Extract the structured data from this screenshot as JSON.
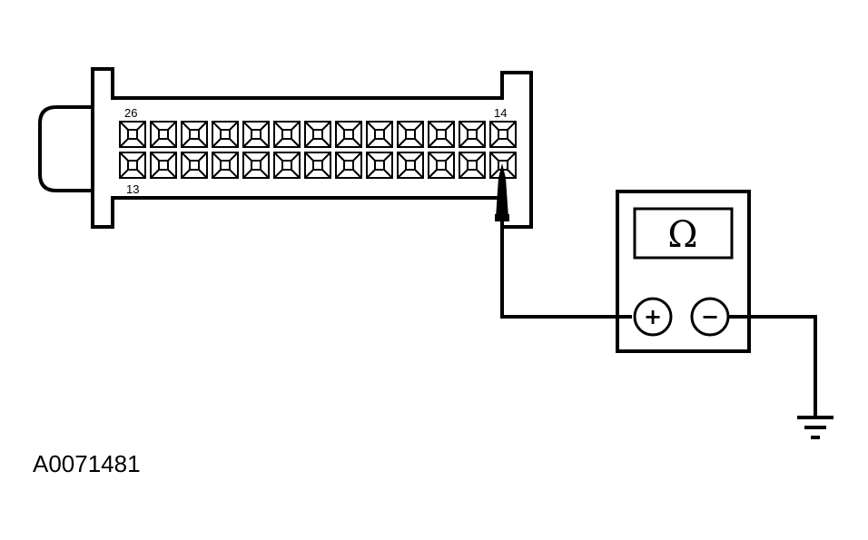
{
  "connector": {
    "top_left_pin": "26",
    "top_right_pin": "14",
    "bottom_left_pin": "13",
    "cavities_per_row": 13,
    "rows": 2
  },
  "meter": {
    "display_symbol": "Ω",
    "positive_label": "+",
    "negative_label": "−"
  },
  "reference_code": "A0071481",
  "colors": {
    "line": "#000000",
    "background": "#ffffff"
  }
}
